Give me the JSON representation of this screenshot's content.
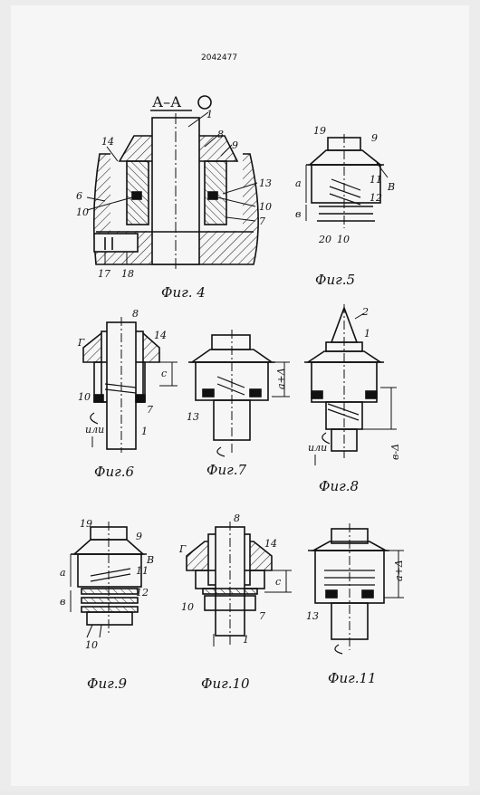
{
  "document_number": "2042477",
  "section_label": "А–А",
  "figures": {
    "fig4": {
      "caption": "Фиг. 4",
      "labels": [
        "1",
        "8",
        "9",
        "14",
        "6",
        "10",
        "13",
        "10",
        "7",
        "17",
        "18"
      ]
    },
    "fig5": {
      "caption": "Фиг.5",
      "labels": [
        "19",
        "9",
        "a",
        "B",
        "11",
        "12",
        "в",
        "20",
        "10"
      ]
    },
    "fig6": {
      "caption": "Фиг.6",
      "labels": [
        "8",
        "Г",
        "14",
        "c",
        "10",
        "7",
        "1"
      ],
      "note": "или"
    },
    "fig7": {
      "caption": "Фиг.7",
      "labels": [
        "a+Δ",
        "13"
      ]
    },
    "fig8": {
      "caption": "Фиг.8",
      "labels": [
        "2",
        "1",
        "в-Δ"
      ],
      "note": "или"
    },
    "fig9": {
      "caption": "Фиг.9",
      "labels": [
        "19",
        "9",
        "a",
        "11",
        "B",
        "12",
        "в",
        "10"
      ]
    },
    "fig10": {
      "caption": "Фиг.10",
      "labels": [
        "8",
        "Г",
        "14",
        "c",
        "10",
        "7",
        "1"
      ]
    },
    "fig11": {
      "caption": "Фиг.11",
      "labels": [
        "a+Δ",
        "13"
      ]
    }
  }
}
